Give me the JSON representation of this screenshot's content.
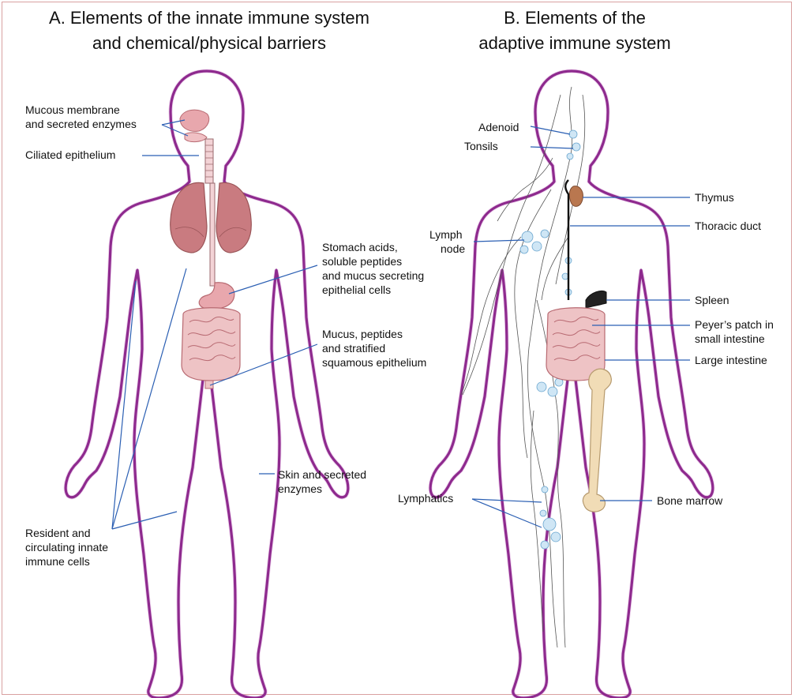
{
  "panel_a": {
    "title_line1": "A. Elements of the innate immune system",
    "title_line2": "and chemical/physical barriers",
    "labels": {
      "mucous_1": "Mucous membrane",
      "mucous_2": "and secreted enzymes",
      "ciliated": "Ciliated epithelium",
      "stomach_1": "Stomach acids,",
      "stomach_2": "soluble peptides",
      "stomach_3": "and mucus secreting",
      "stomach_4": "epithelial cells",
      "mucus_1": "Mucus, peptides",
      "mucus_2": "and stratified",
      "mucus_3": "squamous epithelium",
      "skin_1": "Skin and secreted",
      "skin_2": "enzymes",
      "resident_1": "Resident and",
      "resident_2": "circulating innate",
      "resident_3": "immune cells"
    }
  },
  "panel_b": {
    "title_line1": "B. Elements of the",
    "title_line2": "adaptive immune system",
    "labels": {
      "adenoid": "Adenoid",
      "tonsils": "Tonsils",
      "lymph_1": "Lymph",
      "lymph_2": "node",
      "thymus": "Thymus",
      "thoracic": "Thoracic duct",
      "spleen": "Spleen",
      "peyer_1": "Peyer’s patch in",
      "peyer_2": "small intestine",
      "large": "Large intestine",
      "lymphatics": "Lymphatics",
      "bone": "Bone marrow"
    }
  },
  "colors": {
    "body_outline": "#8e2a8e",
    "leader_line": "#2b5fb3",
    "organ_pink": "#e8a7ad",
    "lung_red": "#c97b80",
    "bone": "#f1dcb6",
    "thymus": "#b9774f"
  }
}
